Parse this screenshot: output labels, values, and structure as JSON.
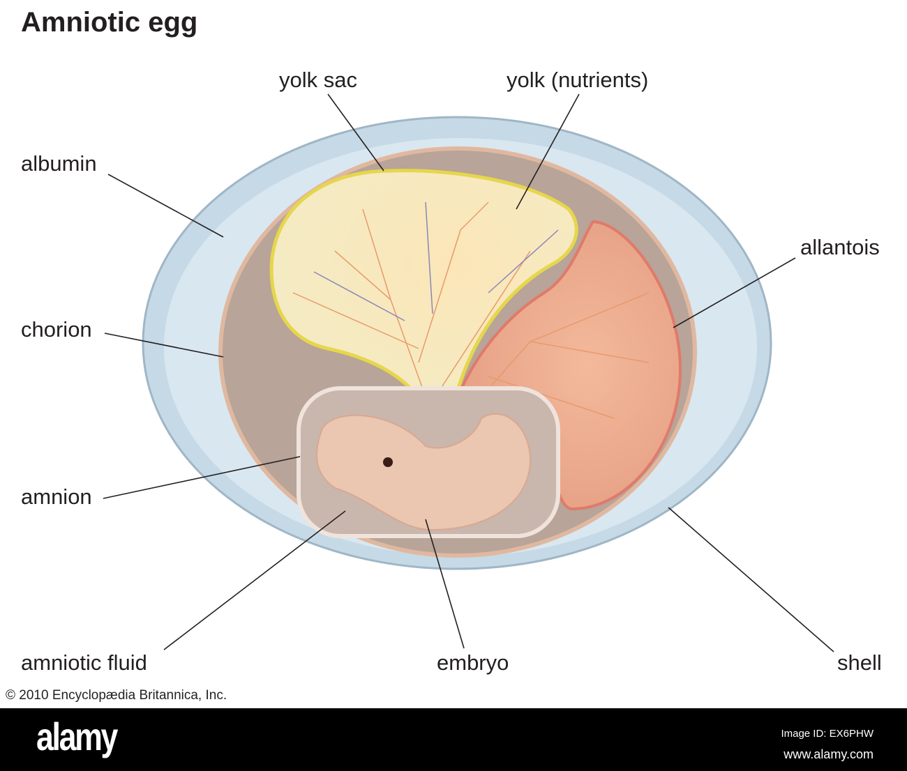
{
  "title": "Amniotic egg",
  "labels": {
    "yolk_sac": "yolk sac",
    "yolk": "yolk (nutrients)",
    "albumin": "albumin",
    "allantois": "allantois",
    "chorion": "chorion",
    "amnion": "amnion",
    "amniotic_fluid": "amniotic fluid",
    "embryo": "embryo",
    "shell": "shell"
  },
  "credit": "© 2010 Encyclopædia Britannica, Inc.",
  "footer": {
    "logo": "alamy",
    "image_id": "Image ID: EX6PHW",
    "url": "www.alamy.com"
  },
  "colors": {
    "shell": "#c9dbe6",
    "albumin": "#dbe8f0",
    "chorion": "#b9a79c",
    "yolk": "#f6ecc0",
    "yolk_sac": "#e8d85a",
    "allantois": "#e8a488",
    "embryo": "#e9c3ad"
  }
}
